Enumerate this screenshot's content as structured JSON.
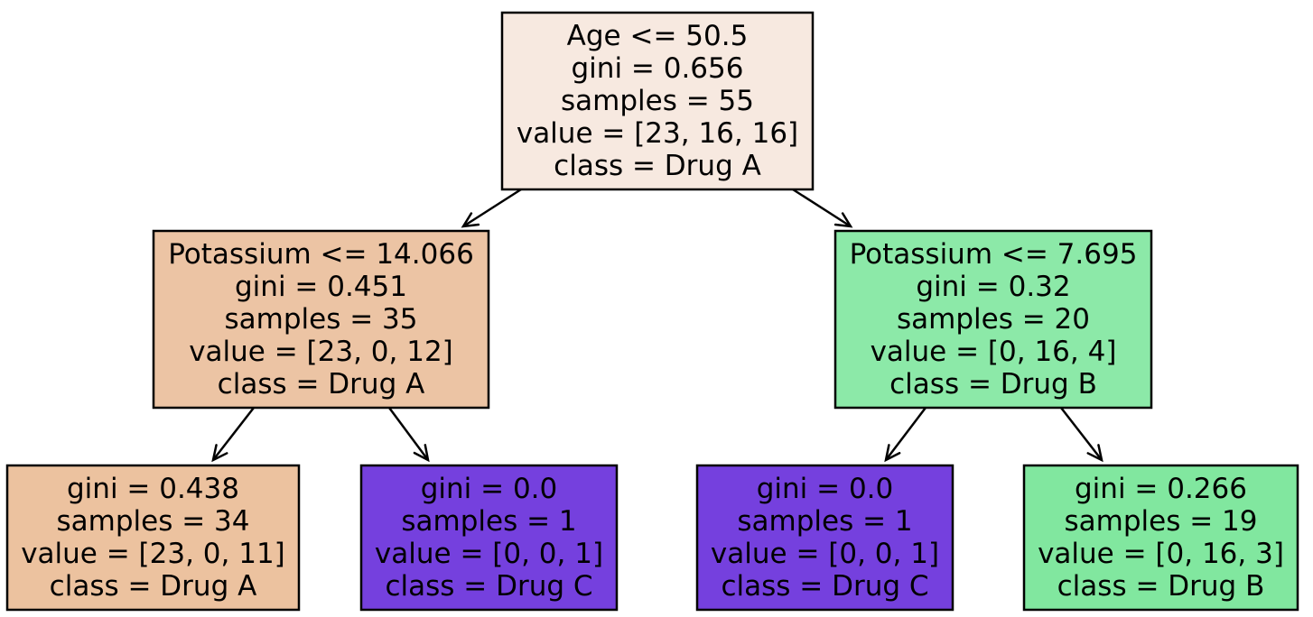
{
  "nodes": [
    {
      "id": "root",
      "lines": [
        "Age <= 50.5",
        "gini = 0.656",
        "samples = 55",
        "value = [23, 16, 16]",
        "class = Drug A"
      ],
      "fill": "#f7e9e0"
    },
    {
      "id": "left",
      "lines": [
        "Potassium <= 14.066",
        "gini = 0.451",
        "samples = 35",
        "value = [23, 0, 12]",
        "class = Drug A"
      ],
      "fill": "#ecc4a4"
    },
    {
      "id": "right",
      "lines": [
        "Potassium <= 7.695",
        "gini = 0.32",
        "samples = 20",
        "value = [0, 16, 4]",
        "class = Drug B"
      ],
      "fill": "#8ce9a8"
    },
    {
      "id": "left-left",
      "lines": [
        "gini = 0.438",
        "samples = 34",
        "value = [23, 0, 11]",
        "class = Drug A"
      ],
      "fill": "#ecc29f"
    },
    {
      "id": "left-right",
      "lines": [
        "gini = 0.0",
        "samples = 1",
        "value = [0, 0, 1]",
        "class = Drug C"
      ],
      "fill": "#7540de"
    },
    {
      "id": "right-left",
      "lines": [
        "gini = 0.0",
        "samples = 1",
        "value = [0, 0, 1]",
        "class = Drug C"
      ],
      "fill": "#7540de"
    },
    {
      "id": "right-right",
      "lines": [
        "gini = 0.266",
        "samples = 19",
        "value = [0, 16, 3]",
        "class = Drug B"
      ],
      "fill": "#81e79f"
    }
  ],
  "edges": [
    {
      "from": "root",
      "to": "left"
    },
    {
      "from": "root",
      "to": "right"
    },
    {
      "from": "left",
      "to": "left-left"
    },
    {
      "from": "left",
      "to": "left-right"
    },
    {
      "from": "right",
      "to": "right-left"
    },
    {
      "from": "right",
      "to": "right-right"
    }
  ]
}
